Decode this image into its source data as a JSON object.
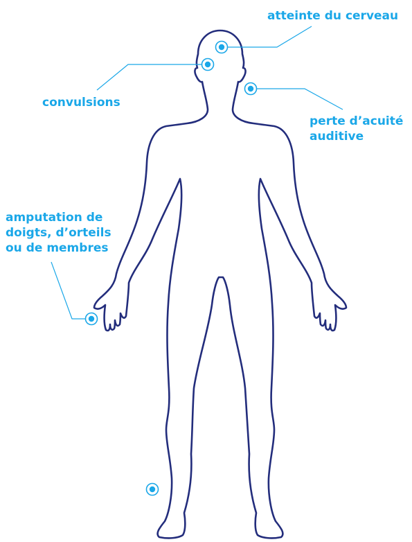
{
  "colors": {
    "accent": "#1aa7e8",
    "outline": "#232d7c"
  },
  "labels": {
    "brain": "atteinte du cerveau",
    "seizures": "convulsions",
    "hearing": {
      "line1": "perte d’acuité",
      "line2": "auditive"
    },
    "amputation": {
      "line1": "amputation de",
      "line2": "doigts, d’orteils",
      "line3": "ou de membres"
    }
  }
}
